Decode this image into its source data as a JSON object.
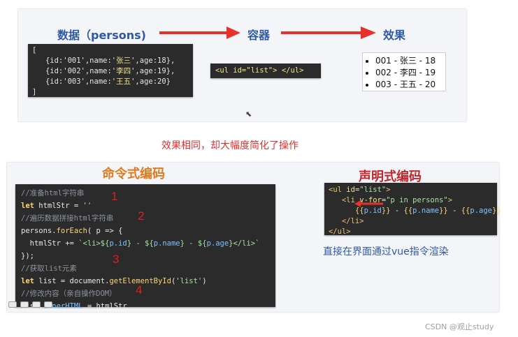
{
  "top": {
    "label_data": "数据（persons)",
    "label_container": "容器",
    "label_effect": "效果",
    "data_code": [
      "[",
      "   {id:'001',name:'张三',age:18},",
      "   {id:'002',name:'李四',age:19},",
      "   {id:'003',name:'王五',age:20}",
      "]"
    ],
    "container_code": "<ul id=\"list\"> </ul>",
    "result_items": [
      "001 - 张三 - 18",
      "002 - 李四 - 19",
      "003 - 王五 - 20"
    ],
    "arrow_color": "#e8302c"
  },
  "middle_caption": "效果相同，却大幅度简化了操作",
  "imperative": {
    "title": "命令式编码",
    "title_color": "#e07b1f",
    "lines": [
      "//准备html字符串",
      "let htmlStr = ''",
      "//遍历数据拼接html字符串",
      "persons.forEach( p => {",
      "  htmlStr += `<li>${p.id} - ${p.name} - ${p.age}</li>`",
      "});",
      "//获取list元素",
      "let list = document.getElementById('list')",
      "//修改内容（亲自操作DOM）",
      "list.innerHTML = htmlStr"
    ],
    "markers": [
      "1",
      "2",
      "3",
      "4"
    ]
  },
  "declarative": {
    "title": "声明式编码",
    "title_color": "#c0282d",
    "lines": [
      "<ul id=\"list\">",
      "   <li v-for=\"p in persons\">",
      "      {{p.id}} - {{p.name}} - {{p.age}}",
      "   </li>",
      "</ul>"
    ],
    "caption": "直接在界面通过vue指令渲染"
  },
  "watermark": "CSDN @观止study"
}
